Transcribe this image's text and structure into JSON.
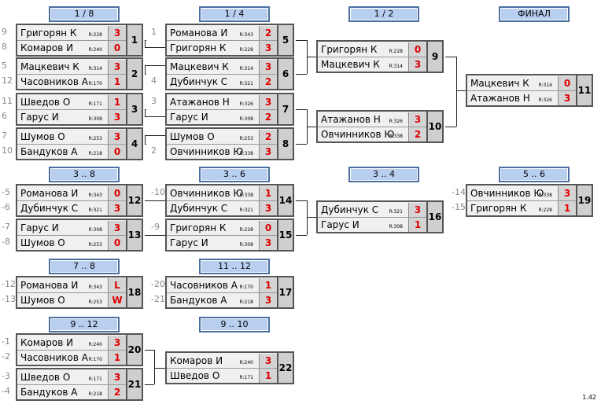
{
  "headers": [
    "1 / 8",
    "1 / 4",
    "1 / 2",
    "ФИНАЛ",
    "3 .. 8",
    "3 .. 6",
    "3 .. 4",
    "5 .. 6",
    "7 .. 8",
    "11 .. 12",
    "9 .. 12",
    "9 .. 10"
  ],
  "matches": [
    {
      "id": "1",
      "p": [
        {
          "seed": "9",
          "name": "Григорян К",
          "rating": "R:228",
          "score": "3"
        },
        {
          "seed": "8",
          "name": "Комаров И",
          "rating": "R:240",
          "score": "0"
        }
      ]
    },
    {
      "id": "2",
      "p": [
        {
          "seed": "5",
          "name": "Мацкевич К",
          "rating": "R:314",
          "score": "3"
        },
        {
          "seed": "12",
          "name": "Часовников А",
          "rating": "R:170",
          "score": "1"
        }
      ]
    },
    {
      "id": "3",
      "p": [
        {
          "seed": "11",
          "name": "Шведов О",
          "rating": "R:171",
          "score": "1"
        },
        {
          "seed": "6",
          "name": "Гарус И",
          "rating": "R:308",
          "score": "3"
        }
      ]
    },
    {
      "id": "4",
      "p": [
        {
          "seed": "7",
          "name": "Шумов О",
          "rating": "R:253",
          "score": "3"
        },
        {
          "seed": "10",
          "name": "Бандуков А",
          "rating": "R:218",
          "score": "0"
        }
      ]
    },
    {
      "id": "5",
      "p": [
        {
          "seed": "1",
          "name": "Романова И",
          "rating": "R:343",
          "score": "2"
        },
        {
          "seed": "",
          "name": "Григорян К",
          "rating": "R:228",
          "score": "3"
        }
      ]
    },
    {
      "id": "6",
      "p": [
        {
          "seed": "",
          "name": "Мацкевич К",
          "rating": "R:314",
          "score": "3"
        },
        {
          "seed": "4",
          "name": "Дубинчук С",
          "rating": "R:321",
          "score": "2"
        }
      ]
    },
    {
      "id": "7",
      "p": [
        {
          "seed": "3",
          "name": "Атажанов Н",
          "rating": "R:326",
          "score": "3"
        },
        {
          "seed": "",
          "name": "Гарус И",
          "rating": "R:308",
          "score": "2"
        }
      ]
    },
    {
      "id": "8",
      "p": [
        {
          "seed": "",
          "name": "Шумов О",
          "rating": "R:253",
          "score": "2"
        },
        {
          "seed": "2",
          "name": "Овчинников Ю",
          "rating": "R:338",
          "score": "3"
        }
      ]
    },
    {
      "id": "9",
      "p": [
        {
          "seed": "",
          "name": "Григорян К",
          "rating": "R:228",
          "score": "0"
        },
        {
          "seed": "",
          "name": "Мацкевич К",
          "rating": "R:314",
          "score": "3"
        }
      ]
    },
    {
      "id": "10",
      "p": [
        {
          "seed": "",
          "name": "Атажанов Н",
          "rating": "R:326",
          "score": "3"
        },
        {
          "seed": "",
          "name": "Овчинников Ю",
          "rating": "R:338",
          "score": "2"
        }
      ]
    },
    {
      "id": "11",
      "p": [
        {
          "seed": "",
          "name": "Мацкевич К",
          "rating": "R:314",
          "score": "0"
        },
        {
          "seed": "",
          "name": "Атажанов Н",
          "rating": "R:326",
          "score": "3"
        }
      ]
    },
    {
      "id": "12",
      "p": [
        {
          "seed": "-5",
          "name": "Романова И",
          "rating": "R:343",
          "score": "0"
        },
        {
          "seed": "-6",
          "name": "Дубинчук С",
          "rating": "R:321",
          "score": "3"
        }
      ]
    },
    {
      "id": "13",
      "p": [
        {
          "seed": "-7",
          "name": "Гарус И",
          "rating": "R:308",
          "score": "3"
        },
        {
          "seed": "-8",
          "name": "Шумов О",
          "rating": "R:253",
          "score": "0"
        }
      ]
    },
    {
      "id": "14",
      "p": [
        {
          "seed": "-10",
          "name": "Овчинников Ю",
          "rating": "R:338",
          "score": "1"
        },
        {
          "seed": "",
          "name": "Дубинчук С",
          "rating": "R:321",
          "score": "3"
        }
      ]
    },
    {
      "id": "15",
      "p": [
        {
          "seed": "-9",
          "name": "Григорян К",
          "rating": "R:228",
          "score": "0"
        },
        {
          "seed": "",
          "name": "Гарус И",
          "rating": "R:308",
          "score": "3"
        }
      ]
    },
    {
      "id": "16",
      "p": [
        {
          "seed": "",
          "name": "Дубинчук С",
          "rating": "R:321",
          "score": "3"
        },
        {
          "seed": "",
          "name": "Гарус И",
          "rating": "R:308",
          "score": "1"
        }
      ]
    },
    {
      "id": "19",
      "p": [
        {
          "seed": "-14",
          "name": "Овчинников Ю",
          "rating": "R:338",
          "score": "3"
        },
        {
          "seed": "-15",
          "name": "Григорян К",
          "rating": "R:228",
          "score": "1"
        }
      ]
    },
    {
      "id": "18",
      "p": [
        {
          "seed": "-12",
          "name": "Романова И",
          "rating": "R:343",
          "score": "L"
        },
        {
          "seed": "-13",
          "name": "Шумов О",
          "rating": "R:253",
          "score": "W"
        }
      ]
    },
    {
      "id": "17",
      "p": [
        {
          "seed": "-20",
          "name": "Часовников А",
          "rating": "R:170",
          "score": "1"
        },
        {
          "seed": "-21",
          "name": "Бандуков А",
          "rating": "R:218",
          "score": "3"
        }
      ]
    },
    {
      "id": "20",
      "p": [
        {
          "seed": "-1",
          "name": "Комаров И",
          "rating": "R:240",
          "score": "3"
        },
        {
          "seed": "-2",
          "name": "Часовников А",
          "rating": "R:170",
          "score": "1"
        }
      ]
    },
    {
      "id": "21",
      "p": [
        {
          "seed": "-3",
          "name": "Шведов О",
          "rating": "R:171",
          "score": "3"
        },
        {
          "seed": "-4",
          "name": "Бандуков А",
          "rating": "R:218",
          "score": "2"
        }
      ]
    },
    {
      "id": "22",
      "p": [
        {
          "seed": "",
          "name": "Комаров И",
          "rating": "R:240",
          "score": "3"
        },
        {
          "seed": "",
          "name": "Шведов О",
          "rating": "R:171",
          "score": "1"
        }
      ]
    }
  ],
  "version": "1.42"
}
